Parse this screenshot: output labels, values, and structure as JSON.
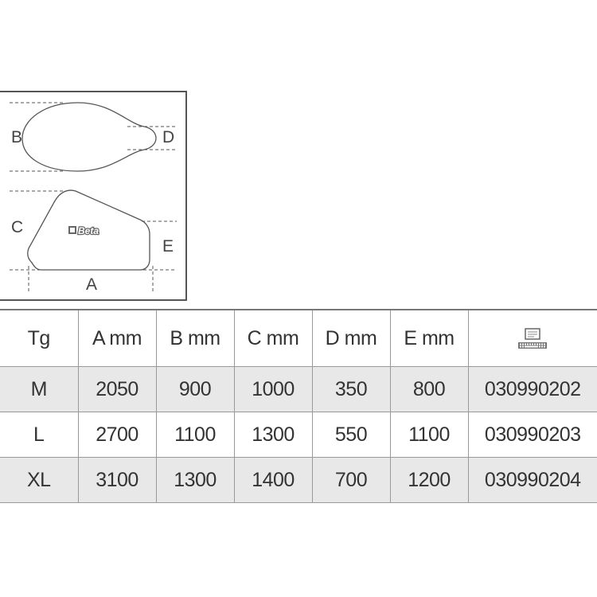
{
  "diagram": {
    "labels": {
      "a": "A",
      "b": "B",
      "c": "C",
      "d": "D",
      "e": "E"
    },
    "logo_text": "Beta"
  },
  "table": {
    "headers": [
      "Tg",
      "A mm",
      "B mm",
      "C mm",
      "D mm",
      "E mm"
    ],
    "code_header_icon": "computer-keyboard-icon",
    "rows": [
      {
        "tg": "M",
        "a": "2050",
        "b": "900",
        "c": "1000",
        "d": "350",
        "e": "800",
        "code": "030990202"
      },
      {
        "tg": "L",
        "a": "2700",
        "b": "1100",
        "c": "1300",
        "d": "550",
        "e": "1100",
        "code": "030990203"
      },
      {
        "tg": "XL",
        "a": "3100",
        "b": "1300",
        "c": "1400",
        "d": "700",
        "e": "1200",
        "code": "030990204"
      }
    ]
  },
  "colors": {
    "row_shade": "#e8e8e8",
    "border": "#999999",
    "text": "#333333"
  }
}
